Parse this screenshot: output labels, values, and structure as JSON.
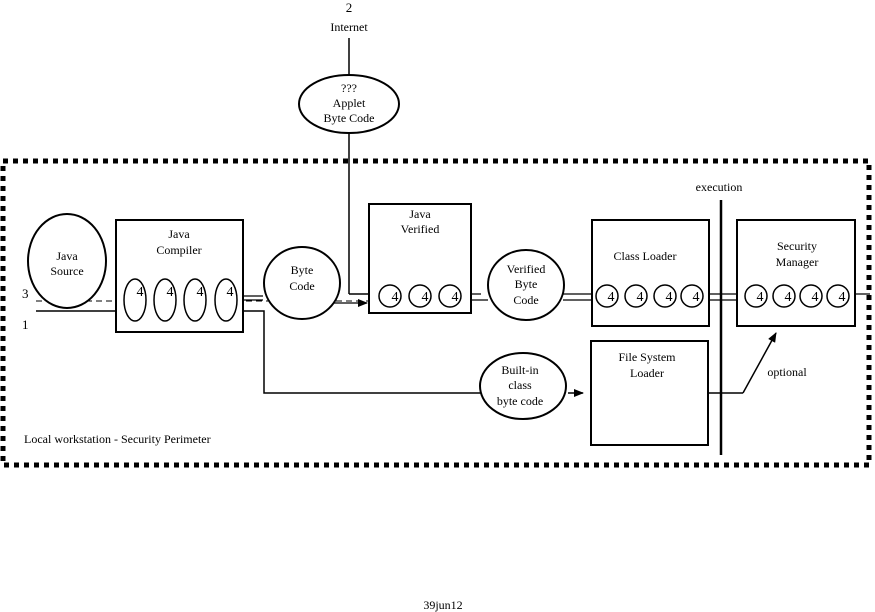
{
  "top": {
    "number": "2",
    "label": "Internet"
  },
  "applet": {
    "lines": [
      "???",
      "Applet",
      "Byte Code"
    ]
  },
  "java_source": {
    "lines": [
      "Java",
      "Source"
    ]
  },
  "java_compiler": {
    "lines": [
      "Java",
      "Compiler"
    ]
  },
  "byte_code": {
    "lines": [
      "Byte",
      "Code"
    ]
  },
  "java_verified": {
    "lines": [
      "Java",
      "Verified"
    ]
  },
  "verified_byte_code": {
    "lines": [
      "Verified",
      "Byte",
      "Code"
    ]
  },
  "class_loader": {
    "label": "Class Loader"
  },
  "security_manager": {
    "lines": [
      "Security",
      "Manager"
    ]
  },
  "file_system_loader": {
    "lines": [
      "File System",
      "Loader"
    ]
  },
  "builtin": {
    "lines": [
      "Built-in",
      "class",
      "byte code"
    ]
  },
  "execution_label": "execution",
  "optional_label": "optional",
  "left_numbers": [
    "3",
    "1"
  ],
  "perimeter_label": "Local workstation - Security Perimeter",
  "footer": "39jun12",
  "glyph": "4"
}
